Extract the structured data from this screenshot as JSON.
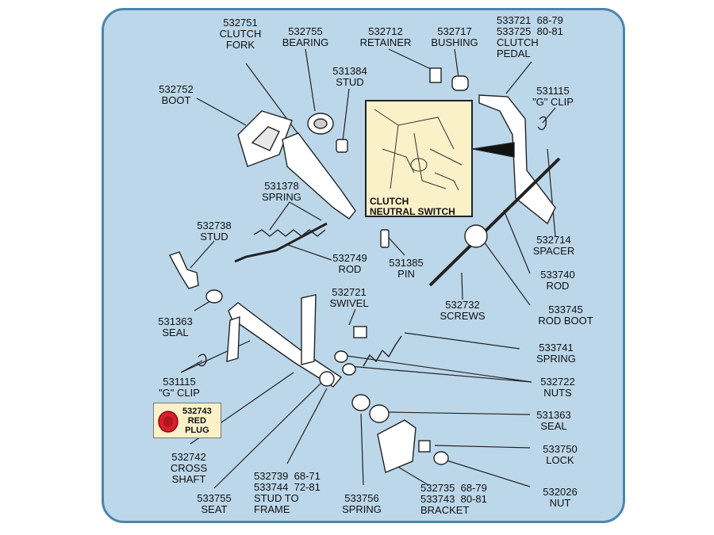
{
  "labels": {
    "clutch_fork": "532751\nCLUTCH\nFORK",
    "bearing": "532755\nBEARING",
    "retainer": "532712\nRETAINER",
    "bushing": "532717\nBUSHING",
    "clutch_pedal": "533721  68-79\n533725  80-81\nCLUTCH\nPEDAL",
    "boot": "532752\nBOOT",
    "stud_531384": "531384\nSTUD",
    "g_clip_top": "531115\n\"G\" CLIP",
    "spring_531378": "531378\nSPRING",
    "stud_532738": "532738\nSTUD",
    "rod_532749": "532749\nROD",
    "pin_531385": "531385\nPIN",
    "spacer": "532714\nSPACER",
    "rod_533740": "533740\nROD",
    "rod_boot": "533745\nROD BOOT",
    "screws": "532732\nSCREWS",
    "seal_531363_left": "531363\nSEAL",
    "swivel": "532721\nSWIVEL",
    "spring_533741": "533741\nSPRING",
    "nuts": "532722\nNUTS",
    "g_clip_bottom": "531115\n\"G\" CLIP",
    "seal_531363_right": "531363\nSEAL",
    "cross_shaft": "532742\nCROSS\nSHAFT",
    "lock": "533750\nLOCK",
    "stud_to_frame": "532739  68-71\n533744  72-81\nSTUD TO\nFRAME",
    "seat": "533755\nSEAT",
    "spring_533756": "533756\nSPRING",
    "bracket": "532735  68-79\n533743  80-81\nBRACKET",
    "nut": "532026\nNUT"
  },
  "inset": {
    "caption": "CLUTCH\nNEUTRAL SWITCH"
  },
  "plug": {
    "text": "532743\nRED\nPLUG",
    "color": "#d8202a"
  },
  "colors": {
    "panel": "#bcd7ea",
    "border": "#4a86ad",
    "inset": "#fbf1c9"
  }
}
